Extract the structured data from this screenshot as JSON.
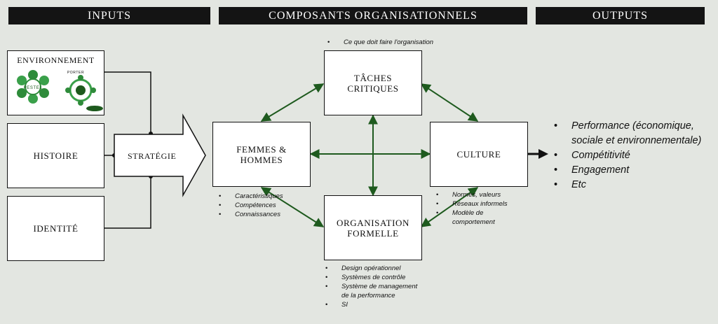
{
  "headers": {
    "inputs": "INPUTS",
    "components": "COMPOSANTS ORGANISATIONNELS",
    "outputs": "OUTPUTS"
  },
  "inputs": {
    "environment": "ENVIRONNEMENT",
    "history": "HISTOIRE",
    "identity": "IDENTITÉ",
    "strategy": "STRATÉGIE",
    "env_image_labels": {
      "pestel": "PESTEL",
      "porter": "PORTER"
    }
  },
  "components": {
    "tasks": {
      "line1": "TÂCHES",
      "line2": "CRITIQUES"
    },
    "people": {
      "line1": "FEMMES &",
      "line2": "HOMMES"
    },
    "culture": "CULTURE",
    "formal_org": {
      "line1": "ORGANISATION",
      "line2": "FORMELLE"
    }
  },
  "bullets": {
    "tasks": [
      "Ce que doit faire l'organisation"
    ],
    "people": [
      "Caractéristiques",
      "Compétences",
      "Connaissances"
    ],
    "culture": [
      "Normes, valeurs",
      "Réseaux informels",
      "Modèle de",
      "comportement"
    ],
    "formal_org": [
      "Design opérationnel",
      "Systèmes de contrôle",
      "Système de management",
      "de la performance",
      "SI"
    ]
  },
  "outputs": [
    "Performance (économique,",
    "sociale et environnementale)",
    "Compétitivité",
    "Engagement",
    "Etc"
  ],
  "colors": {
    "header_bg": "#141414",
    "arrow_green": "#1e5a1e",
    "background": "#e3e6e1"
  }
}
